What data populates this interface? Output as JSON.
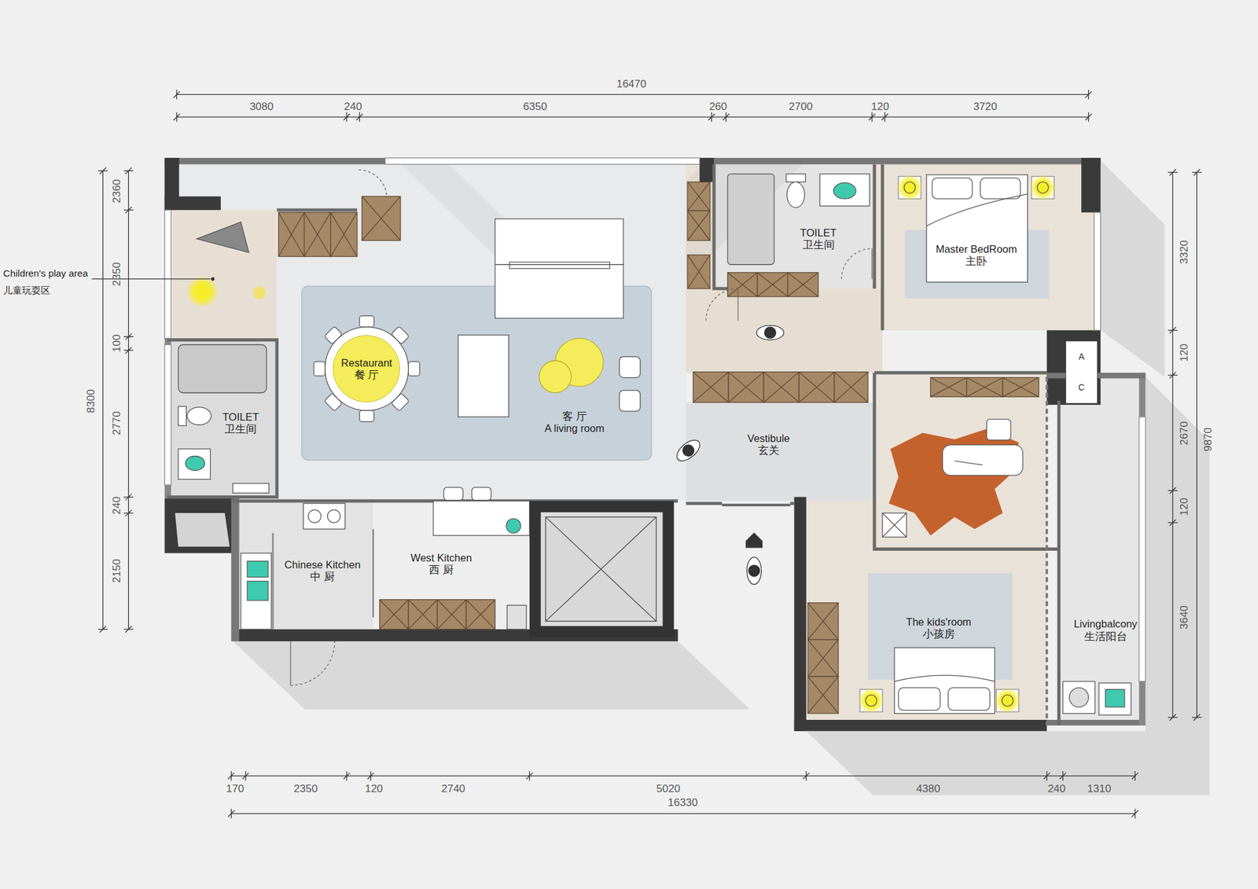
{
  "diagram": {
    "nodes": [
      {
        "text": [
          "TOILET",
          "卫生间"
        ]
      },
      {
        "text": [
          "Master BedRoom",
          "主卧"
        ]
      },
      {
        "text": [
          "Restaurant",
          "餐 厅"
        ]
      },
      {
        "text": [
          "A",
          "C"
        ]
      },
      {
        "text": [
          "TOILET",
          "卫生间"
        ]
      },
      {
        "text": [
          "客 厅",
          "A living room"
        ]
      },
      {
        "text": [
          "Vestibule",
          "玄关"
        ]
      },
      {
        "text": [
          "Chinese Kitchen",
          "中 厨"
        ]
      },
      {
        "text": [
          "West Kitchen",
          "西 厨"
        ]
      },
      {
        "text": [
          "The kids'room",
          "小孩房"
        ]
      },
      {
        "text": [
          "Livingbalcony",
          "生活阳台"
        ]
      }
    ],
    "labels": [
      "16470",
      "3080",
      "240",
      "6350",
      "260",
      "2700",
      "120",
      "3720",
      "170",
      "2350",
      "120",
      "2740",
      "5020",
      "4380",
      "240",
      "1310",
      "16330",
      "2360",
      "2350",
      "100",
      "8300",
      "2770",
      "240",
      "2150",
      "3320",
      "120",
      "2670",
      "9870",
      "120",
      "3640",
      "Children's play area",
      "儿童玩耍区"
    ]
  }
}
